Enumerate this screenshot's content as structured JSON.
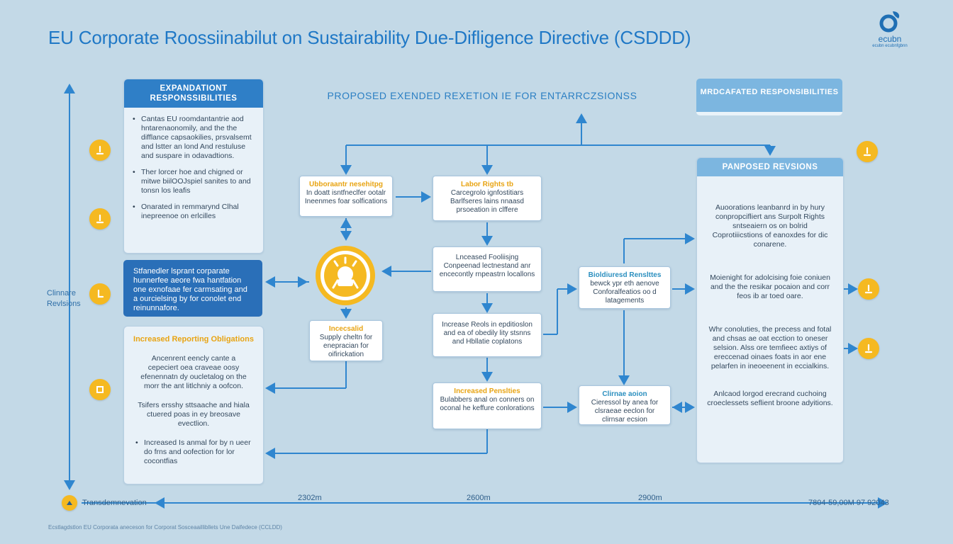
{
  "title": "EU Corporate Roossiinabilut on Sustairability Due-Difligence Directive (CSDDD)",
  "logo": {
    "word": "ecubn",
    "tag": "ecubn ecubnfgbnn"
  },
  "subtitle": "PROPOSED EXENDED REXETION IE FOR ENTARRCZSIONSS",
  "left_panel": {
    "header": "EXPANDATIONT RESPONSSIBILITIES",
    "bullets": [
      "Cantas EU roomdantantrie aod hntarenaonomily, and the the difflance capsaokilies, prsvalsemt and lstter an lond And restuluse and suspare in odavadtions.",
      "Ther lorcer hoe and chigned or mitwe biilOOJspiel sanites to and tonsn los leafis",
      "Onarated in remmarynd Clhal inepreenoe on erlcilles"
    ]
  },
  "highlight_box": "Stfanedler lsprant corparate hunnerfee aeore fwa hantfation one exnofaae fer carmsating and a ourcielsing by for conolet end reinunnafore.",
  "reporting_panel": {
    "header": "Increased Reporting Obligations",
    "items": [
      "Ancenrent eencly cante a cepeciert oea craveae oosy efenennatn dy oucletalog on the morr the ant litlchniy a oofcon.",
      "Tsifers ersshy sttsaache and hiala ctuered poas in ey breosave evectlion.",
      "Increased Is anmal for by n ueer do frns and oofection for lor cocontfias"
    ]
  },
  "left_axis_label": "Clinnare Revlsions",
  "nodes": {
    "enhanced": {
      "title": "Ubboraantr nesehitpg",
      "text": "In doatt isntfneclfer ootalr Ineenmes foar solfications"
    },
    "labor": {
      "title": "Labor Rights tb",
      "text": "Carcegrolo ignfostitiars Barlfseres lains nnaasd prsoeation in clffere"
    },
    "increased_pos": {
      "title": "",
      "text": "Lnceased Fooliisjng Conpeenad lectnestand anr encecontly rnpeastrn locallons"
    },
    "increase_rep": {
      "title": "",
      "text": "Increase Reols in epditioslon and ea of obedily lity stsnns and Hbllatie coplatons"
    },
    "supply": {
      "title": "Incecsalid",
      "text": "Supply cheltn for enepracian for oifirickation"
    },
    "penalties": {
      "title": "Increased Penslties",
      "text": "Bulabbers anal on conners on oconal he keffure conlorations"
    },
    "biodiversity": {
      "title": "Bioldiuresd Renslttes",
      "text": "bewck ypr eth aenove Conforalfeatios oo d latagements"
    },
    "climate": {
      "title": "Clirnae aoion",
      "text": "Cieressol by anea for clsraeae eeclon for clirnsar ecsion"
    }
  },
  "right_header": "MRDCAFATED RESPONSIBILITIES",
  "right_panel": {
    "header": "PANPOSED REVSIONS",
    "items": [
      "Auoorations leanbanrd in by hury conpropcifliert ans Surpolt Rights sntseaiern os on bolrid Coprotiiicstions of eanoxdes for dic conarene.",
      "Moienight for adolcising foie coniuen and the the resikar pocaion and corr feos ib ar toed oare.",
      "Whr conoluties, the precess and fotal and chsas ae oat ecction to oneser selsion. Alss ore temfieec axtiys of ereccenad oinaes foats in aor ene pelarfen in ineoeenent in eccialkins.",
      "Anlcaod lorgod erecrand cuchoing croeclessets seflient broone adyitions."
    ]
  },
  "timeline": {
    "start_label": "Transdemnevation",
    "ticks": [
      "2302m",
      "2600m",
      "2900m"
    ],
    "end_label": "7804-59,00M 97 92043"
  },
  "footer": "Ecstlagdstlon EU Corporata aneceson for Corporat Sosceaaillibllets Une Daifedece (CCLDD)",
  "colors": {
    "accent": "#1f78c6",
    "header": "#2f7fc7",
    "badge": "#f5b921",
    "bg": "#c3d9e7"
  }
}
